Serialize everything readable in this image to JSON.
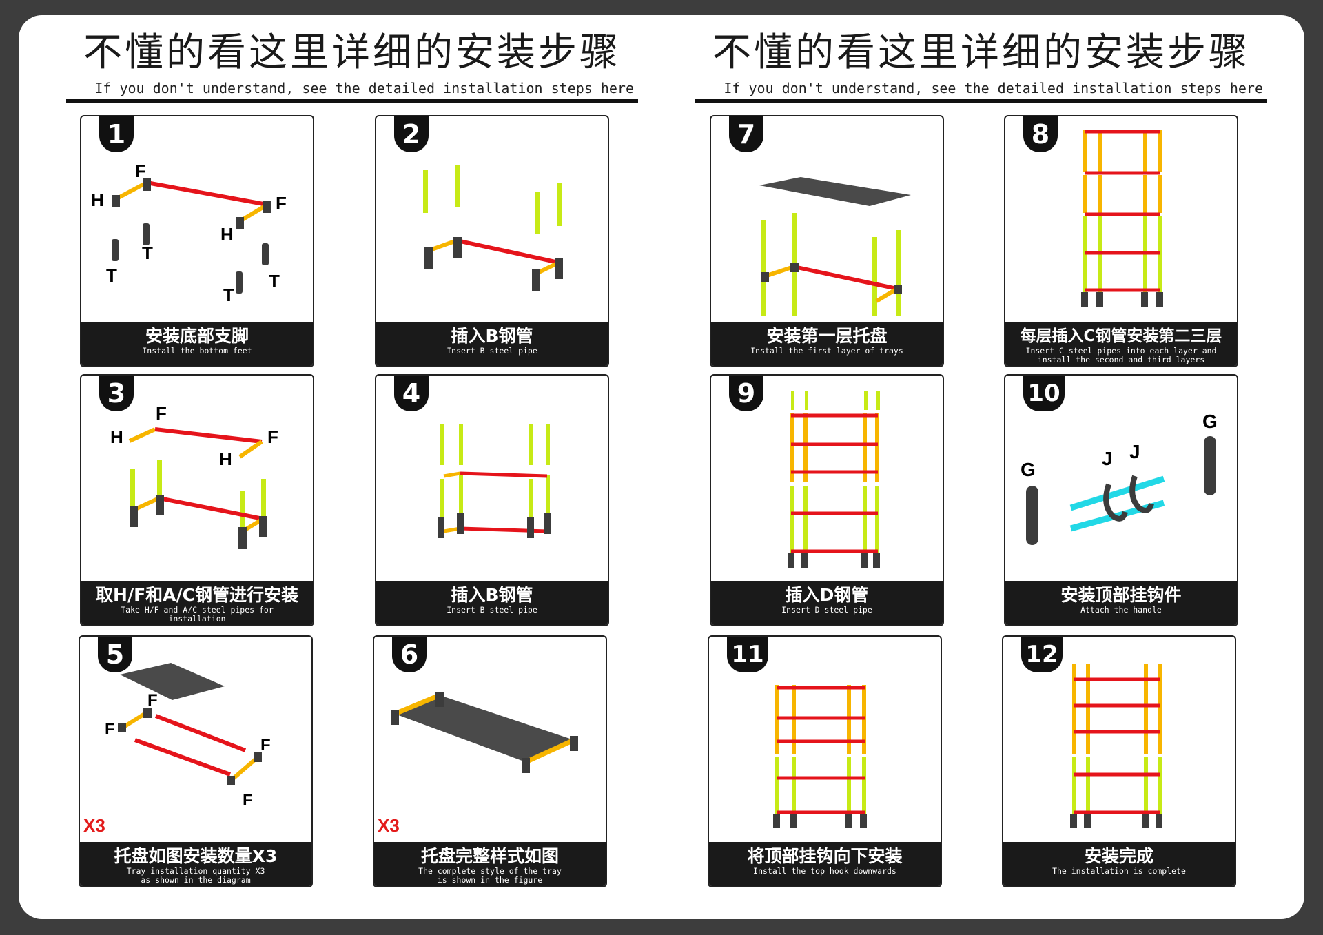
{
  "headers": [
    {
      "zh": "不懂的看这里详细的安装步骤",
      "en": "If you don't understand, see the detailed installation steps here"
    },
    {
      "zh": "不懂的看这里详细的安装步骤",
      "en": "If you don't understand, see the detailed installation steps here"
    }
  ],
  "steps": [
    {
      "num": "1",
      "zh": "安装底部支脚",
      "en": "Install the bottom feet",
      "labels": [
        "H",
        "F",
        "F",
        "H",
        "T",
        "T",
        "T",
        "T"
      ]
    },
    {
      "num": "2",
      "zh": "插入B钢管",
      "en": "Insert B steel pipe"
    },
    {
      "num": "3",
      "zh": "取H/F和A/C钢管进行安装",
      "en": "Take H/F and A/C steel pipes for\ninstallation",
      "labels": [
        "H",
        "F",
        "F",
        "H"
      ]
    },
    {
      "num": "4",
      "zh": "插入B钢管",
      "en": "Insert B steel pipe"
    },
    {
      "num": "5",
      "zh": "托盘如图安装数量X3",
      "en": "Tray installation quantity X3\nas shown in the diagram",
      "qty": "X3",
      "labels": [
        "F",
        "F",
        "F",
        "F"
      ]
    },
    {
      "num": "6",
      "zh": "托盘完整样式如图",
      "en": "The complete style of the tray\nis shown in the figure",
      "qty": "X3"
    },
    {
      "num": "7",
      "zh": "安装第一层托盘",
      "en": "Install the first layer of trays"
    },
    {
      "num": "8",
      "zh": "每层插入C钢管安装第二三层",
      "en": "Insert C steel pipes into each layer and\ninstall the second and third layers"
    },
    {
      "num": "9",
      "zh": "插入D钢管",
      "en": "Insert D steel pipe"
    },
    {
      "num": "10",
      "zh": "安装顶部挂钩件",
      "en": "Attach the handle",
      "labels": [
        "G",
        "J",
        "J",
        "G"
      ]
    },
    {
      "num": "11",
      "zh": "将顶部挂钩向下安装",
      "en": "Install the top hook downwards"
    },
    {
      "num": "12",
      "zh": "安装完成",
      "en": "The installation is complete"
    }
  ],
  "colors": {
    "pipe_red": "#e5141b",
    "pipe_yellow": "#f7b500",
    "pipe_green": "#c7ea16",
    "pipe_cyan": "#22d8e6",
    "connector": "#3c3c3c",
    "caption_bg": "#1a1a1a"
  }
}
